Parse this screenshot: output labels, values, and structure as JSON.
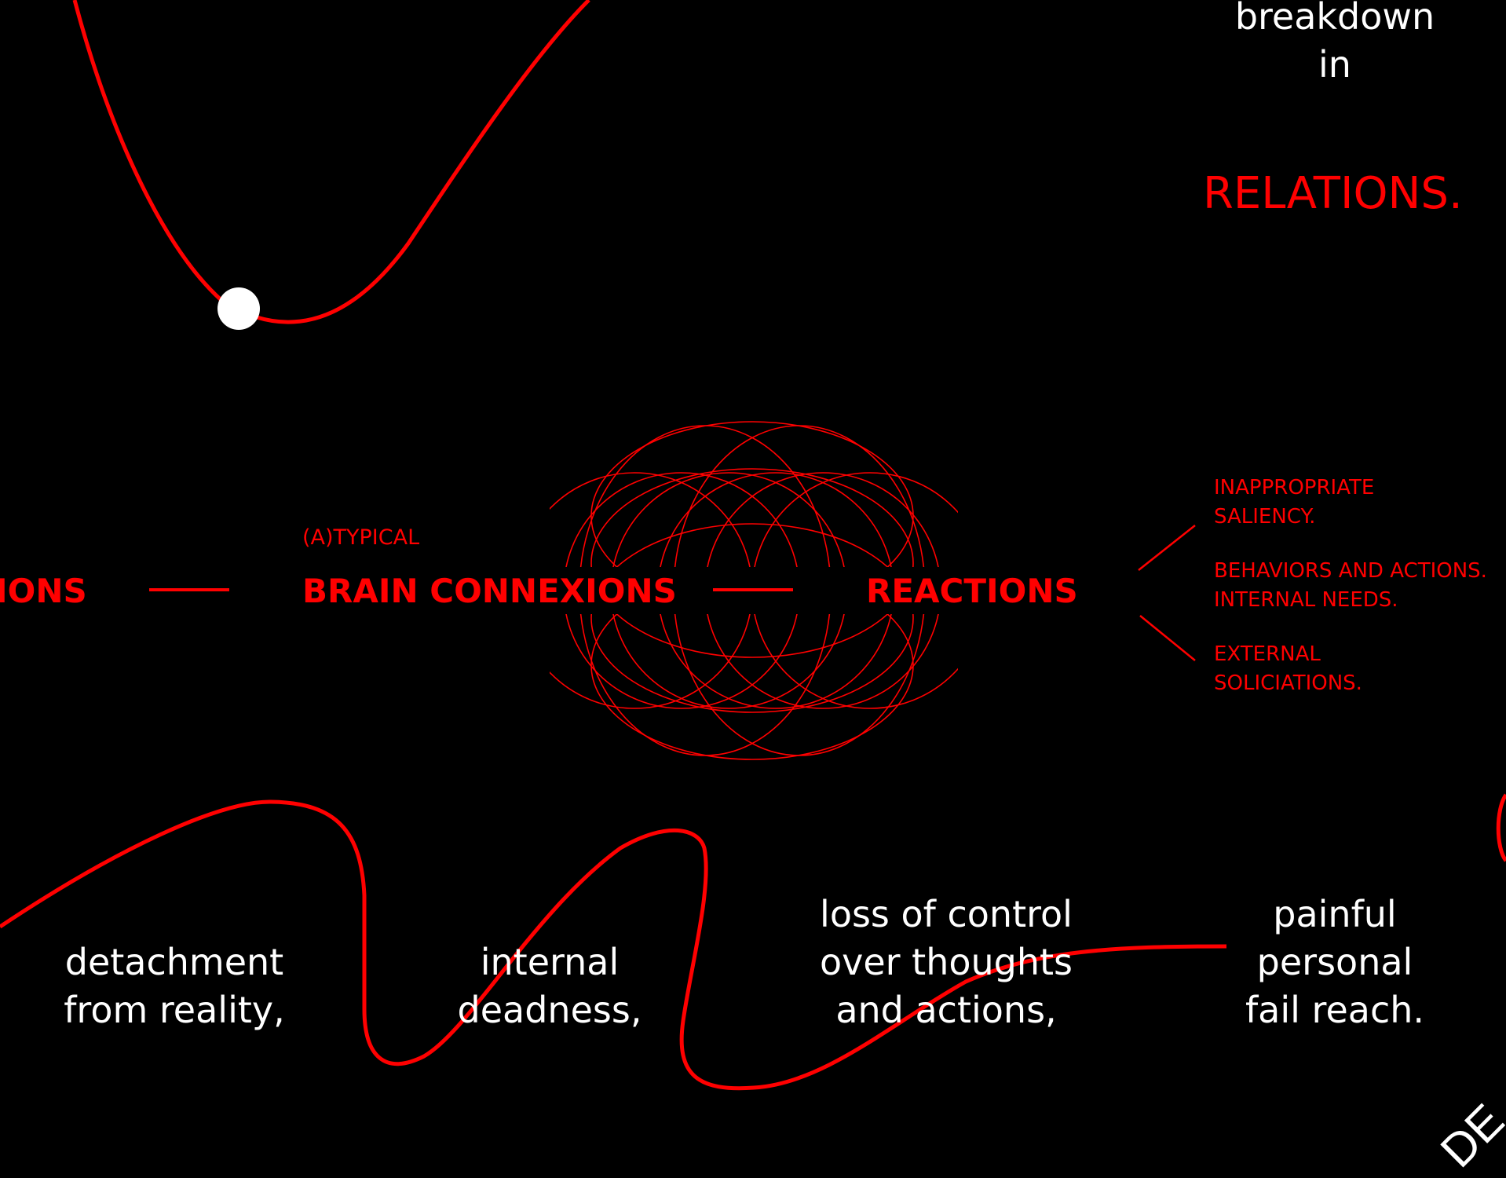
{
  "colors": {
    "background": "#000000",
    "accent": "#ff0000",
    "text": "#ffffff"
  },
  "top_right": {
    "lines": [
      "breakdown",
      "in"
    ],
    "relations": "RELATIONS."
  },
  "flow": {
    "left_fragment": "IONS",
    "atypical_label": "(A)TYPICAL",
    "brain_connexions": "BRAIN CONNEXIONS",
    "reactions": "REACTIONS"
  },
  "outcomes": [
    "INAPPROPRIATE",
    "SALIENCY.",
    "BEHAVIORS AND ACTIONS.",
    "INTERNAL NEEDS.",
    "EXTERNAL",
    "SOLICIATIONS."
  ],
  "symptoms": [
    {
      "lines": [
        "detachment",
        "from reality,"
      ]
    },
    {
      "lines": [
        "internal",
        "deadness,"
      ]
    },
    {
      "lines": [
        "loss of control",
        "over thoughts",
        "and actions,"
      ]
    },
    {
      "lines": [
        "painful",
        "personal",
        "fail reach."
      ]
    }
  ],
  "corner_fragment": "DE"
}
